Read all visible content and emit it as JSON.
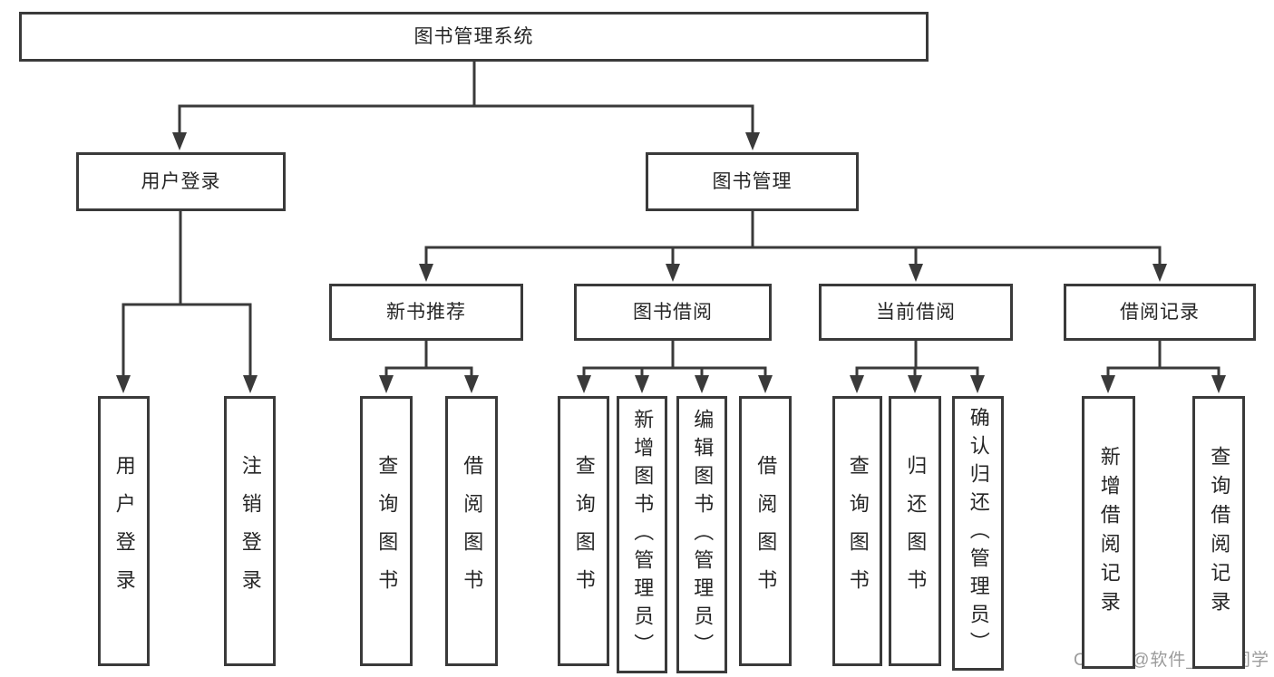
{
  "diagram": {
    "title": "图书管理系统",
    "nodes": [
      {
        "id": "library-system",
        "label": "图书管理系统",
        "level": 1
      },
      {
        "id": "user-login",
        "label": "用户登录",
        "level": 2
      },
      {
        "id": "book-management",
        "label": "图书管理",
        "level": 2
      },
      {
        "id": "new-book-recommend",
        "label": "新书推荐",
        "level": 3
      },
      {
        "id": "book-borrowing",
        "label": "图书借阅",
        "level": 3
      },
      {
        "id": "current-borrowing",
        "label": "当前借阅",
        "level": 3
      },
      {
        "id": "borrowing-records",
        "label": "借阅记录",
        "level": 3
      },
      {
        "id": "leaf-user-login",
        "label": "用户登录",
        "level": 4
      },
      {
        "id": "leaf-logout",
        "label": "注销登录",
        "level": 4
      },
      {
        "id": "leaf-query-books-1",
        "label": "查询图书",
        "level": 4
      },
      {
        "id": "leaf-borrow-books-1",
        "label": "借阅图书",
        "level": 4
      },
      {
        "id": "leaf-query-books-2",
        "label": "查询图书",
        "level": 4
      },
      {
        "id": "leaf-add-books-admin",
        "label": "新增图书（管理员）",
        "level": 4
      },
      {
        "id": "leaf-edit-books-admin",
        "label": "编辑图书（管理员）",
        "level": 4
      },
      {
        "id": "leaf-borrow-books-2",
        "label": "借阅图书",
        "level": 4
      },
      {
        "id": "leaf-query-books-3",
        "label": "查询图书",
        "level": 4
      },
      {
        "id": "leaf-return-books",
        "label": "归还图书",
        "level": 4
      },
      {
        "id": "leaf-confirm-return-admin",
        "label": "确认归还（管理员）",
        "level": 4
      },
      {
        "id": "leaf-add-borrow-record",
        "label": "新增借阅记录",
        "level": 4
      },
      {
        "id": "leaf-query-borrow-record",
        "label": "查询借阅记录",
        "level": 4
      }
    ],
    "edges": [
      {
        "from": "library-system",
        "to": [
          "user-login",
          "book-management"
        ]
      },
      {
        "from": "user-login",
        "to": [
          "leaf-user-login",
          "leaf-logout"
        ]
      },
      {
        "from": "book-management",
        "to": [
          "new-book-recommend",
          "book-borrowing",
          "current-borrowing",
          "borrowing-records"
        ]
      },
      {
        "from": "new-book-recommend",
        "to": [
          "leaf-query-books-1",
          "leaf-borrow-books-1"
        ]
      },
      {
        "from": "book-borrowing",
        "to": [
          "leaf-query-books-2",
          "leaf-add-books-admin",
          "leaf-edit-books-admin",
          "leaf-borrow-books-2"
        ]
      },
      {
        "from": "current-borrowing",
        "to": [
          "leaf-query-books-3",
          "leaf-return-books",
          "leaf-confirm-return-admin"
        ]
      },
      {
        "from": "borrowing-records",
        "to": [
          "leaf-add-borrow-record",
          "leaf-query-borrow-record"
        ]
      }
    ]
  },
  "watermark": {
    "text": "CSDN @软件_小贺同学"
  },
  "colors": {
    "line": "#3a3a3a",
    "box_border": "#3a3a3a",
    "box_fill": "#ffffff",
    "text": "#262626",
    "watermark": "#9b9b9b",
    "background": "#ffffff"
  }
}
